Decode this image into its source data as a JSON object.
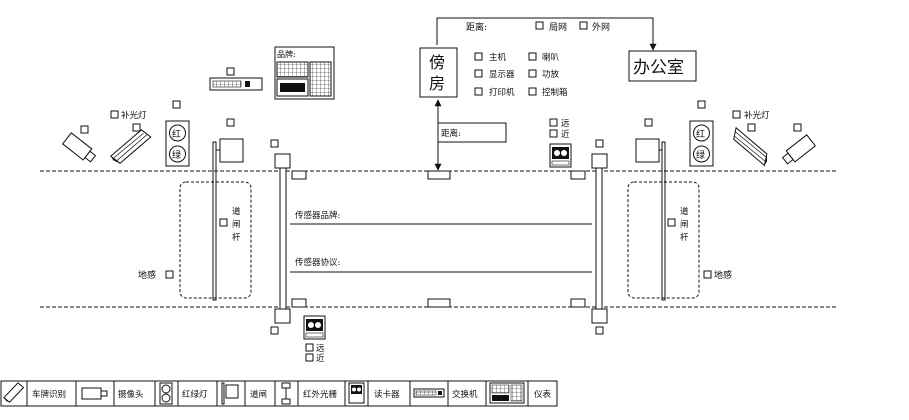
{
  "top": {
    "distance_label": "距离:",
    "network_options": [
      "局网",
      "外网"
    ],
    "guardhouse_chars": [
      "傍",
      "房"
    ],
    "guardhouse_equipment": [
      "主机",
      "喇叭",
      "显示器",
      "功放",
      "打印机",
      "控制箱"
    ],
    "office_label": "办公室",
    "display_board_label": "品牌:",
    "guardhouse_distance_label": "距离:"
  },
  "lanes": {
    "left_fill_light_label": "补光灯",
    "right_fill_light_label": "补光灯",
    "traffic_light_red": "红",
    "traffic_light_green": "绿",
    "card_reader_far": "远",
    "card_reader_near": "近",
    "left_barrier_label": "道\n闸\n杆",
    "right_barrier_label": "道\n闸\n杆",
    "left_loop_label": "地感",
    "right_loop_label": "地感",
    "sensor_brand_label": "传感器品牌:",
    "sensor_protocol_label": "传感器协议:"
  },
  "legend": {
    "items": [
      {
        "label": "车牌识别",
        "icon": "plate-recognition-icon"
      },
      {
        "label": "摄像头",
        "icon": "camera-icon"
      },
      {
        "label": "红绿灯",
        "icon": "traffic-light-icon"
      },
      {
        "label": "道闸",
        "icon": "barrier-gate-icon"
      },
      {
        "label": "红外光栅",
        "icon": "infrared-grating-icon"
      },
      {
        "label": "读卡器",
        "icon": "card-reader-icon"
      },
      {
        "label": "交换机",
        "icon": "switch-icon"
      },
      {
        "label": "仪表",
        "icon": "instrument-icon"
      }
    ]
  }
}
